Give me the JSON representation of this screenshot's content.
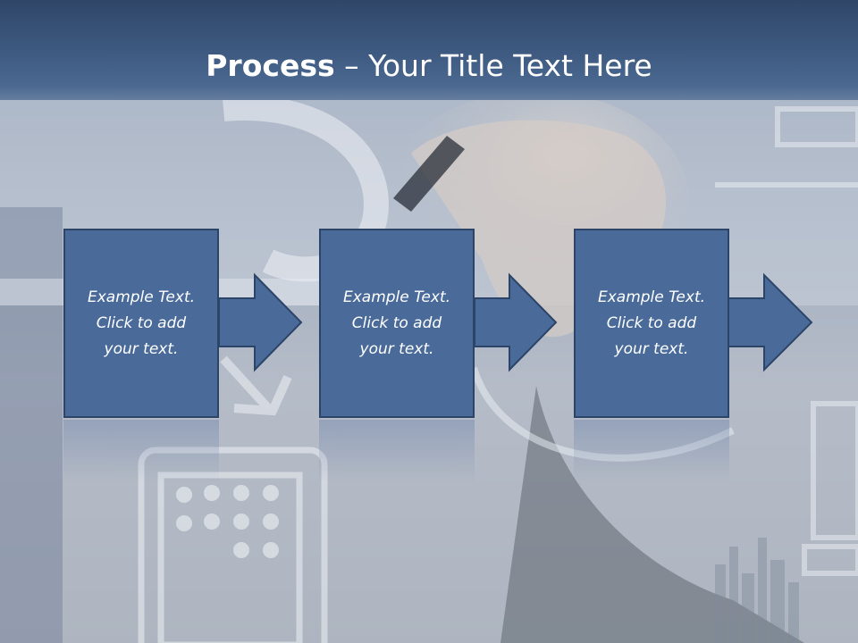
{
  "slide": {
    "title_bold": "Process",
    "title_rest": " – Your Title Text Here"
  },
  "steps": [
    {
      "line1": "Example Text.",
      "line2": "Click  to add",
      "line3": "your text."
    },
    {
      "line1": "Example Text.",
      "line2": "Click  to add",
      "line3": "your text."
    },
    {
      "line1": "Example Text.",
      "line2": "Click  to add",
      "line3": "your text."
    }
  ],
  "colors": {
    "header": "#3f5b82",
    "box_fill": "#4a6b9a",
    "box_stroke": "#2c4468",
    "text": "#ffffff"
  }
}
